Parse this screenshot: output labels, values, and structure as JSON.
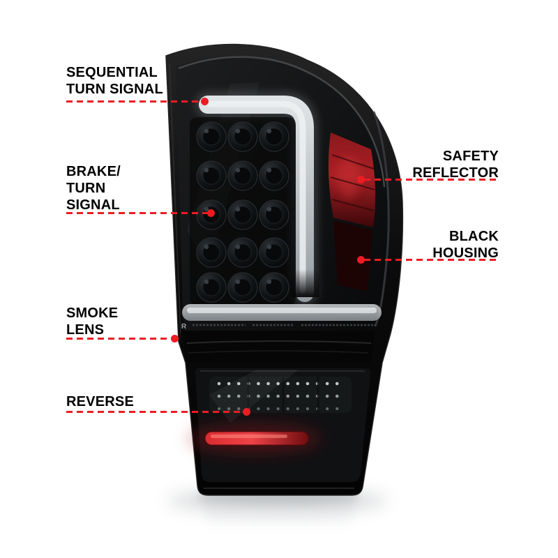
{
  "background_color": "#ffffff",
  "accent_color": "#ed1c24",
  "text_color": "#000000",
  "product": {
    "name": "led-tail-light",
    "lens_marking": "R",
    "housing_color_hex": "#0a0a0a",
    "reflector_color_hex": "#a82025",
    "light_bar_color_hex": "#dfe3e5"
  },
  "callouts": [
    {
      "id": "sequential-turn-signal",
      "side": "left",
      "lines": [
        "SEQUENTIAL",
        "TURN SIGNAL"
      ]
    },
    {
      "id": "brake-turn-signal",
      "side": "left",
      "lines": [
        "BRAKE/",
        "TURN",
        "SIGNAL"
      ]
    },
    {
      "id": "smoke-lens",
      "side": "left",
      "lines": [
        "SMOKE",
        "LENS"
      ]
    },
    {
      "id": "reverse",
      "side": "left",
      "lines": [
        "REVERSE"
      ]
    },
    {
      "id": "safety-reflector",
      "side": "right",
      "lines": [
        "SAFETY",
        "REFLECTOR"
      ]
    },
    {
      "id": "black-housing",
      "side": "right",
      "lines": [
        "BLACK",
        "HOUSING"
      ]
    }
  ]
}
